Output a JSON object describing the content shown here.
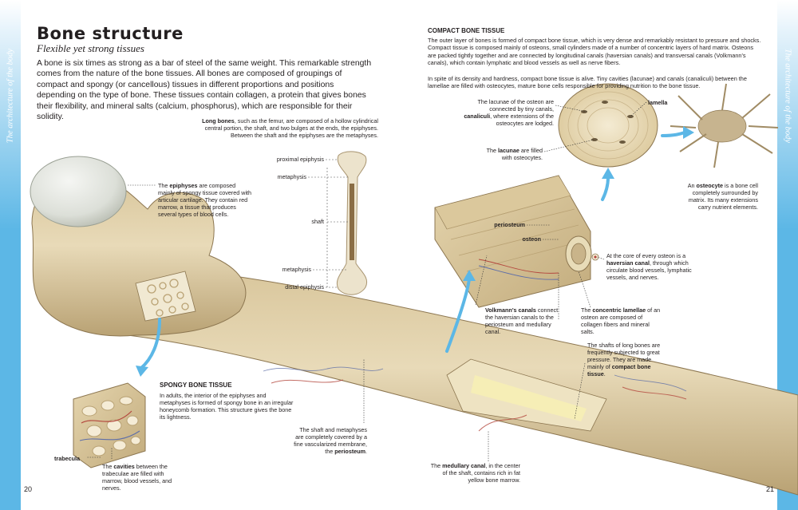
{
  "side": {
    "left": "The architecture of the body",
    "right": "The architecture of the body"
  },
  "title": "Bone structure",
  "subtitle": "Flexible yet strong tissues",
  "intro": "A bone is six times as strong as a bar of steel of the same weight. This remarkable strength comes from the nature of the bone tissues. All bones are composed of groupings of compact and spongy (or cancellous) tissues in different proportions and positions depending on the type of bone. These tissues contain collagen, a protein that gives bones their flexibility, and mineral salts (calcium, phosphorus), which are responsible for their solidity.",
  "long_bones": {
    "term": "Long bones",
    "text": ", such as the femur, are composed of a hollow cylindrical central portion, the shaft, and two bulges at the ends, the epiphyses. Between the shaft and the epiphyses are the metaphyses."
  },
  "bone_labels": {
    "proximal": "proximal epiphysis",
    "metaphysis_top": "metaphysis",
    "shaft": "shaft",
    "metaphysis_bottom": "metaphysis",
    "distal": "distal epiphysis"
  },
  "epiphyses": {
    "pre": "The ",
    "term": "epiphyses",
    "text": " are composed mainly of spongy tissue covered with articular cartilage. They contain red marrow, a tissue that produces several types of blood cells."
  },
  "spongy": {
    "heading": "SPONGY BONE TISSUE",
    "text": "In adults, the interior of the epiphyses and metaphyses is formed of spongy bone in an irregular honeycomb formation. This structure gives the bone its lightness."
  },
  "trabecula": "trabecula",
  "cavities": {
    "pre": "The ",
    "term": "cavities",
    "text": " between the trabeculae are filled with marrow, blood vessels, and nerves."
  },
  "periosteum_note": {
    "pre": "The shaft and metaphyses are completely covered by a fine vascularized membrane, the ",
    "term": "periosteum",
    "post": "."
  },
  "compact": {
    "heading": "COMPACT BONE TISSUE",
    "p1": "The outer layer of bones is formed of compact bone tissue, which is very dense and remarkably resistant to pressure and shocks. Compact tissue is composed mainly of osteons, small cylinders made of a number of concentric layers of hard matrix. Osteons are packed tightly together and are connected by longitudinal canals (haversian canals) and transversal canals (Volkmann's canals), which contain lymphatic and blood vessels as well as nerve fibers.",
    "p2": "In spite of its density and hardness, compact bone tissue is alive. Tiny cavities (lacunae) and canals (canaliculi) between the lamellae are filled with osteocytes, mature bone cells responsible for providing nutrition to the bone tissue."
  },
  "lacunae_canal": {
    "pre": "The lacunae of the osteon are connected by tiny canals, ",
    "term": "canaliculi",
    "post": ", where extensions of the osteocytes are lodged."
  },
  "lacunae_filled": {
    "pre": "The ",
    "term": "lacunae",
    "post": " are filled with osteocytes."
  },
  "lamella": "lamella",
  "osteocyte": {
    "pre": "An ",
    "term": "osteocyte",
    "post": " is a bone cell completely surrounded by matrix. Its many extensions carry nutrient elements."
  },
  "periosteum_lbl": "periosteum",
  "osteon_lbl": "osteon",
  "haversian": {
    "pre": "At the core of every osteon is a ",
    "term": "haversian canal",
    "post": ", through which circulate blood vessels, lymphatic vessels, and nerves."
  },
  "volkmann": {
    "term": "Volkmann's canals",
    "post": " connect the haversian canals to the periosteum and medullary canal."
  },
  "lamellae": {
    "pre": "The ",
    "term": "concentric lamellae",
    "post": " of an osteon are composed of collagen fibers and mineral salts."
  },
  "shafts_note": {
    "pre": "The shafts of long bones are frequently subjected to great pressure. They are made mainly of ",
    "term": "compact bone tissue",
    "post": "."
  },
  "medullary": {
    "pre": "The ",
    "term": "medullary canal",
    "post": ", in the center of the shaft, contains rich in fat yellow bone marrow."
  },
  "page_left": "20",
  "page_right": "21",
  "colors": {
    "accent": "#5cb7e6",
    "bone": "#e2d1a8",
    "bone_dark": "#b59e6f",
    "cartilage": "#e9ebe6"
  }
}
